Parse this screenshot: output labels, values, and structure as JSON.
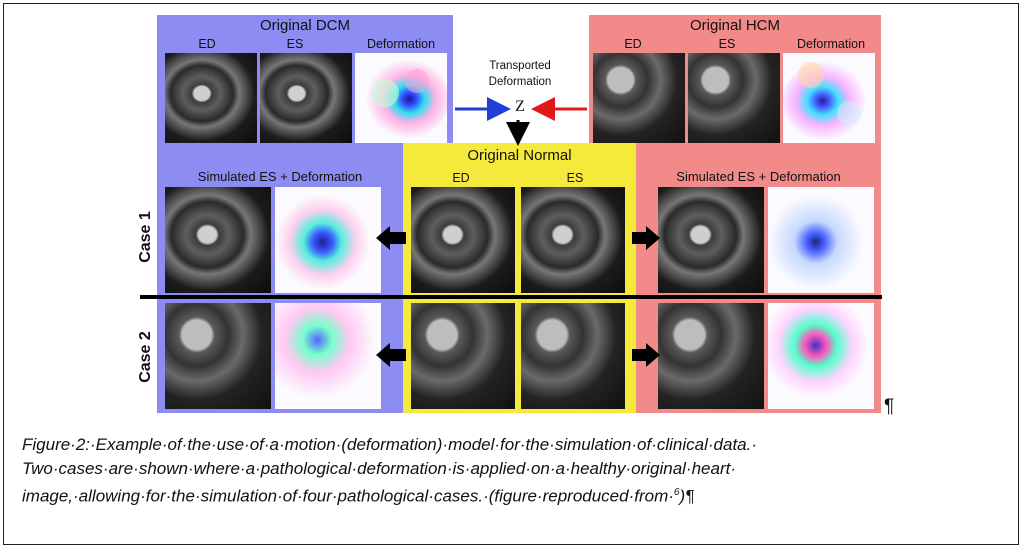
{
  "figure": {
    "dcm": {
      "title": "Original DCM",
      "ed_label": "ED",
      "es_label": "ES",
      "deformation_label": "Deformation",
      "simulated_label": "Simulated ES + Deformation"
    },
    "hcm": {
      "title": "Original HCM",
      "ed_label": "ED",
      "es_label": "ES",
      "deformation_label": "Deformation",
      "simulated_label": "Simulated ES + Deformation"
    },
    "normal": {
      "title": "Original Normal",
      "ed_label": "ED",
      "es_label": "ES"
    },
    "transport": {
      "line1": "Transported",
      "line2": "Deformation",
      "z_symbol": "Z"
    },
    "cases": [
      "Case 1",
      "Case 2"
    ],
    "colors": {
      "dcm_panel": "#8c8cf2",
      "hcm_panel": "#f28a8a",
      "normal_panel": "#f5ea3b",
      "blue_arrow": "#1f3fd6",
      "red_arrow": "#e01818"
    },
    "pilcrow": "¶"
  },
  "caption": {
    "line1": "Figure·2:·Example·of·the·use·of·a·motion·(deformation)·model·for·the·simulation·of·clinical·data.·",
    "line2": "Two·cases·are·shown·where·a·pathological·deformation·is·applied·on·a·healthy·original·heart·",
    "line3_pre": "image,·allowing·for·the·simulation·of·four·pathological·cases.·(figure·reproduced·from·",
    "line3_ref": "6",
    "line3_post": ")¶"
  }
}
